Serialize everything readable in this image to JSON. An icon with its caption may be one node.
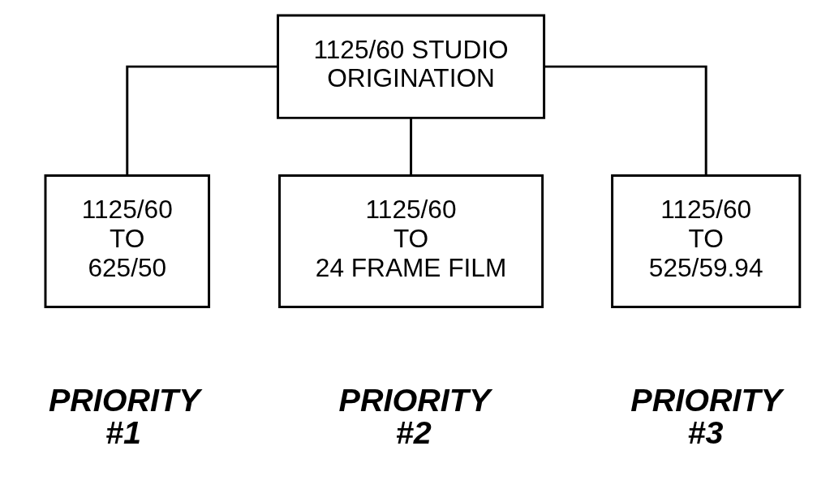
{
  "diagram": {
    "nodes": [
      {
        "text": [
          "1125/60 STUDIO ORIGINATION"
        ]
      },
      {
        "text": [
          "1125/60 TO 625/50"
        ],
        "beside": [
          "PRIORITY #1"
        ]
      },
      {
        "text": [
          "1125/60 TO 24 FRAME FILM"
        ],
        "beside": [
          "PRIORITY #2"
        ]
      },
      {
        "text": [
          "1125/60 TO 525/59.94"
        ],
        "beside": [
          "PRIORITY #3"
        ]
      }
    ],
    "edges": [
      {
        "from": 0,
        "to": 1,
        "arrow": "none"
      },
      {
        "from": 0,
        "to": 2,
        "arrow": "none"
      },
      {
        "from": 0,
        "to": 3,
        "arrow": "none"
      }
    ]
  }
}
